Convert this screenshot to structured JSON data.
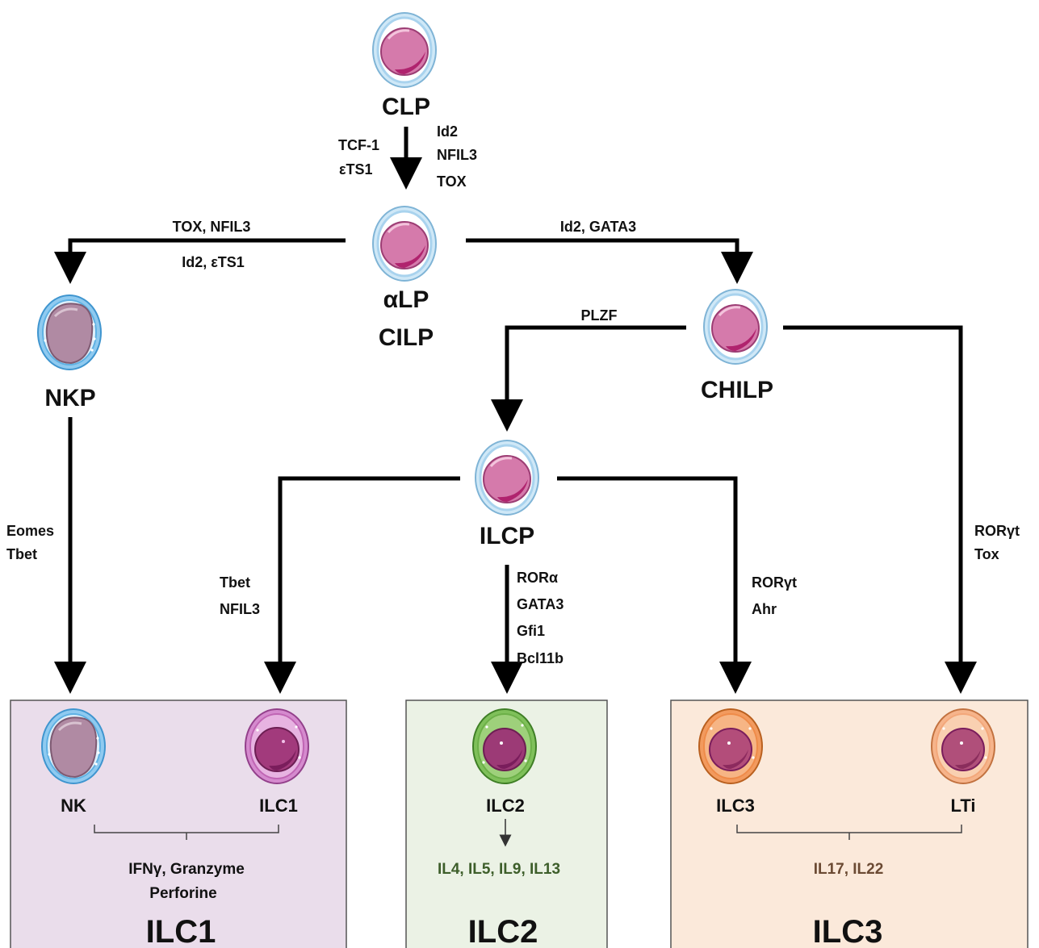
{
  "nodes": {
    "clp": "CLP",
    "alp": "αLP",
    "cilp": "CILP",
    "nkp": "NKP",
    "chilp": "CHILP",
    "ilcp": "ILCP"
  },
  "factors": {
    "clp_left": [
      "TCF-1",
      "εTS1"
    ],
    "clp_right": [
      "Id2",
      "NFIL3",
      "TOX"
    ],
    "to_nkp_top": "TOX, NFIL3",
    "to_nkp_bottom": "Id2, εTS1",
    "to_chilp": "Id2, GATA3",
    "plzf": "PLZF",
    "nkp_to_nk": [
      "Eomes",
      "Tbet"
    ],
    "ilcp_to_ilc1": [
      "Tbet",
      "NFIL3"
    ],
    "ilcp_to_ilc2": [
      "RORα",
      "GATA3",
      "Gfi1",
      "Bcl11b"
    ],
    "ilcp_to_ilc3": [
      "RORγt",
      "Ahr"
    ],
    "chilp_to_lti": [
      "RORγt",
      "Tox"
    ]
  },
  "groups": {
    "ilc1": {
      "title": "ILC1",
      "cells": [
        "NK",
        "ILC1"
      ],
      "products": [
        "IFNγ, Granzyme",
        "Perforine"
      ],
      "bg_color": "#eaddeb"
    },
    "ilc2": {
      "title": "ILC2",
      "cells": [
        "ILC2"
      ],
      "products": [
        "IL4, IL5, IL9, IL13"
      ],
      "bg_color": "#ebf2e5"
    },
    "ilc3": {
      "title": "ILC3",
      "cells": [
        "ILC3",
        "LTi"
      ],
      "products": [
        "IL17, IL22"
      ],
      "bg_color": "#fbe9da"
    }
  },
  "colors": {
    "progenitor_membrane": "#a9d3ee",
    "progenitor_nucleus": "#cf6aa0",
    "nk_membrane": "#5fb1e3",
    "nk_nucleus": "#ad7f9c",
    "ilc1_cell": "#c065b4",
    "ilc2_cell": "#6cb048",
    "ilc3_cell": "#ef8b49",
    "lti_cell": "#f3a77a",
    "ilc2_product_text": "#3d5e2a",
    "ilc3_product_text": "#6b4a33"
  }
}
